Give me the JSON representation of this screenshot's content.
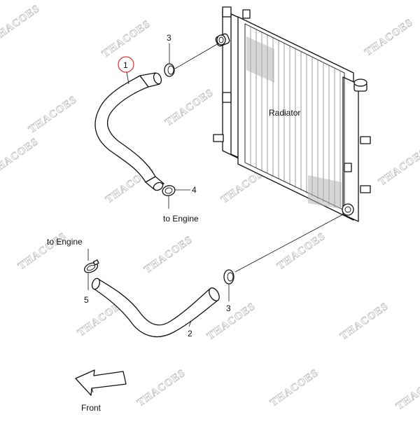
{
  "diagram": {
    "watermark": "THACOES",
    "labels": {
      "radiator": "Radiator",
      "to_engine_upper": "to Engine",
      "to_engine_lower": "to Engine",
      "front": "Front"
    },
    "callouts": {
      "part1": "1",
      "part2": "2",
      "part3_upper": "3",
      "part3_lower": "3",
      "part4": "4",
      "part5": "5"
    },
    "highlight_color": "#e23b2e"
  }
}
